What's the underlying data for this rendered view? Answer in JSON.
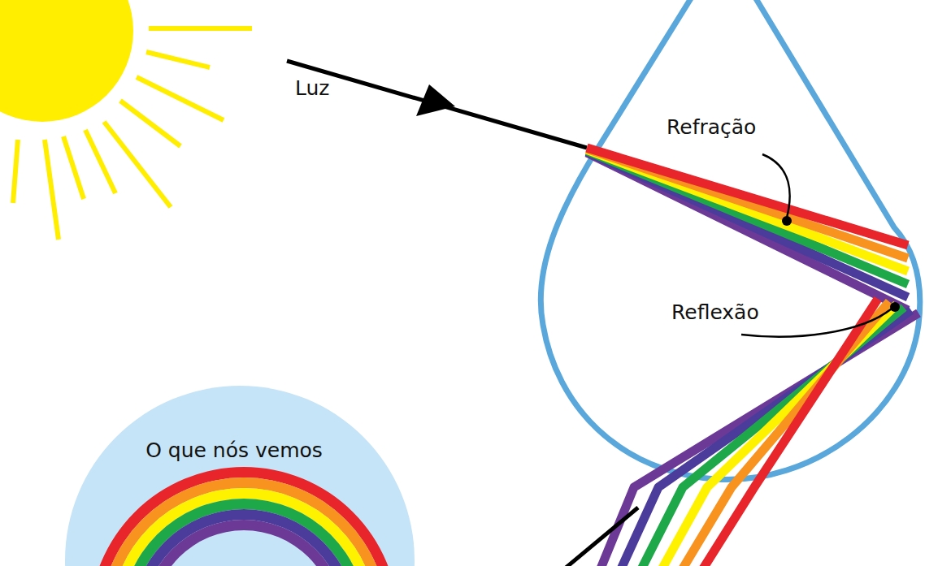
{
  "diagram": {
    "nodes": [
      {
        "text": [
          "O que nós vemos"
        ]
      }
    ],
    "labels": [
      "Luz",
      "Refração",
      "Reflexão"
    ]
  }
}
